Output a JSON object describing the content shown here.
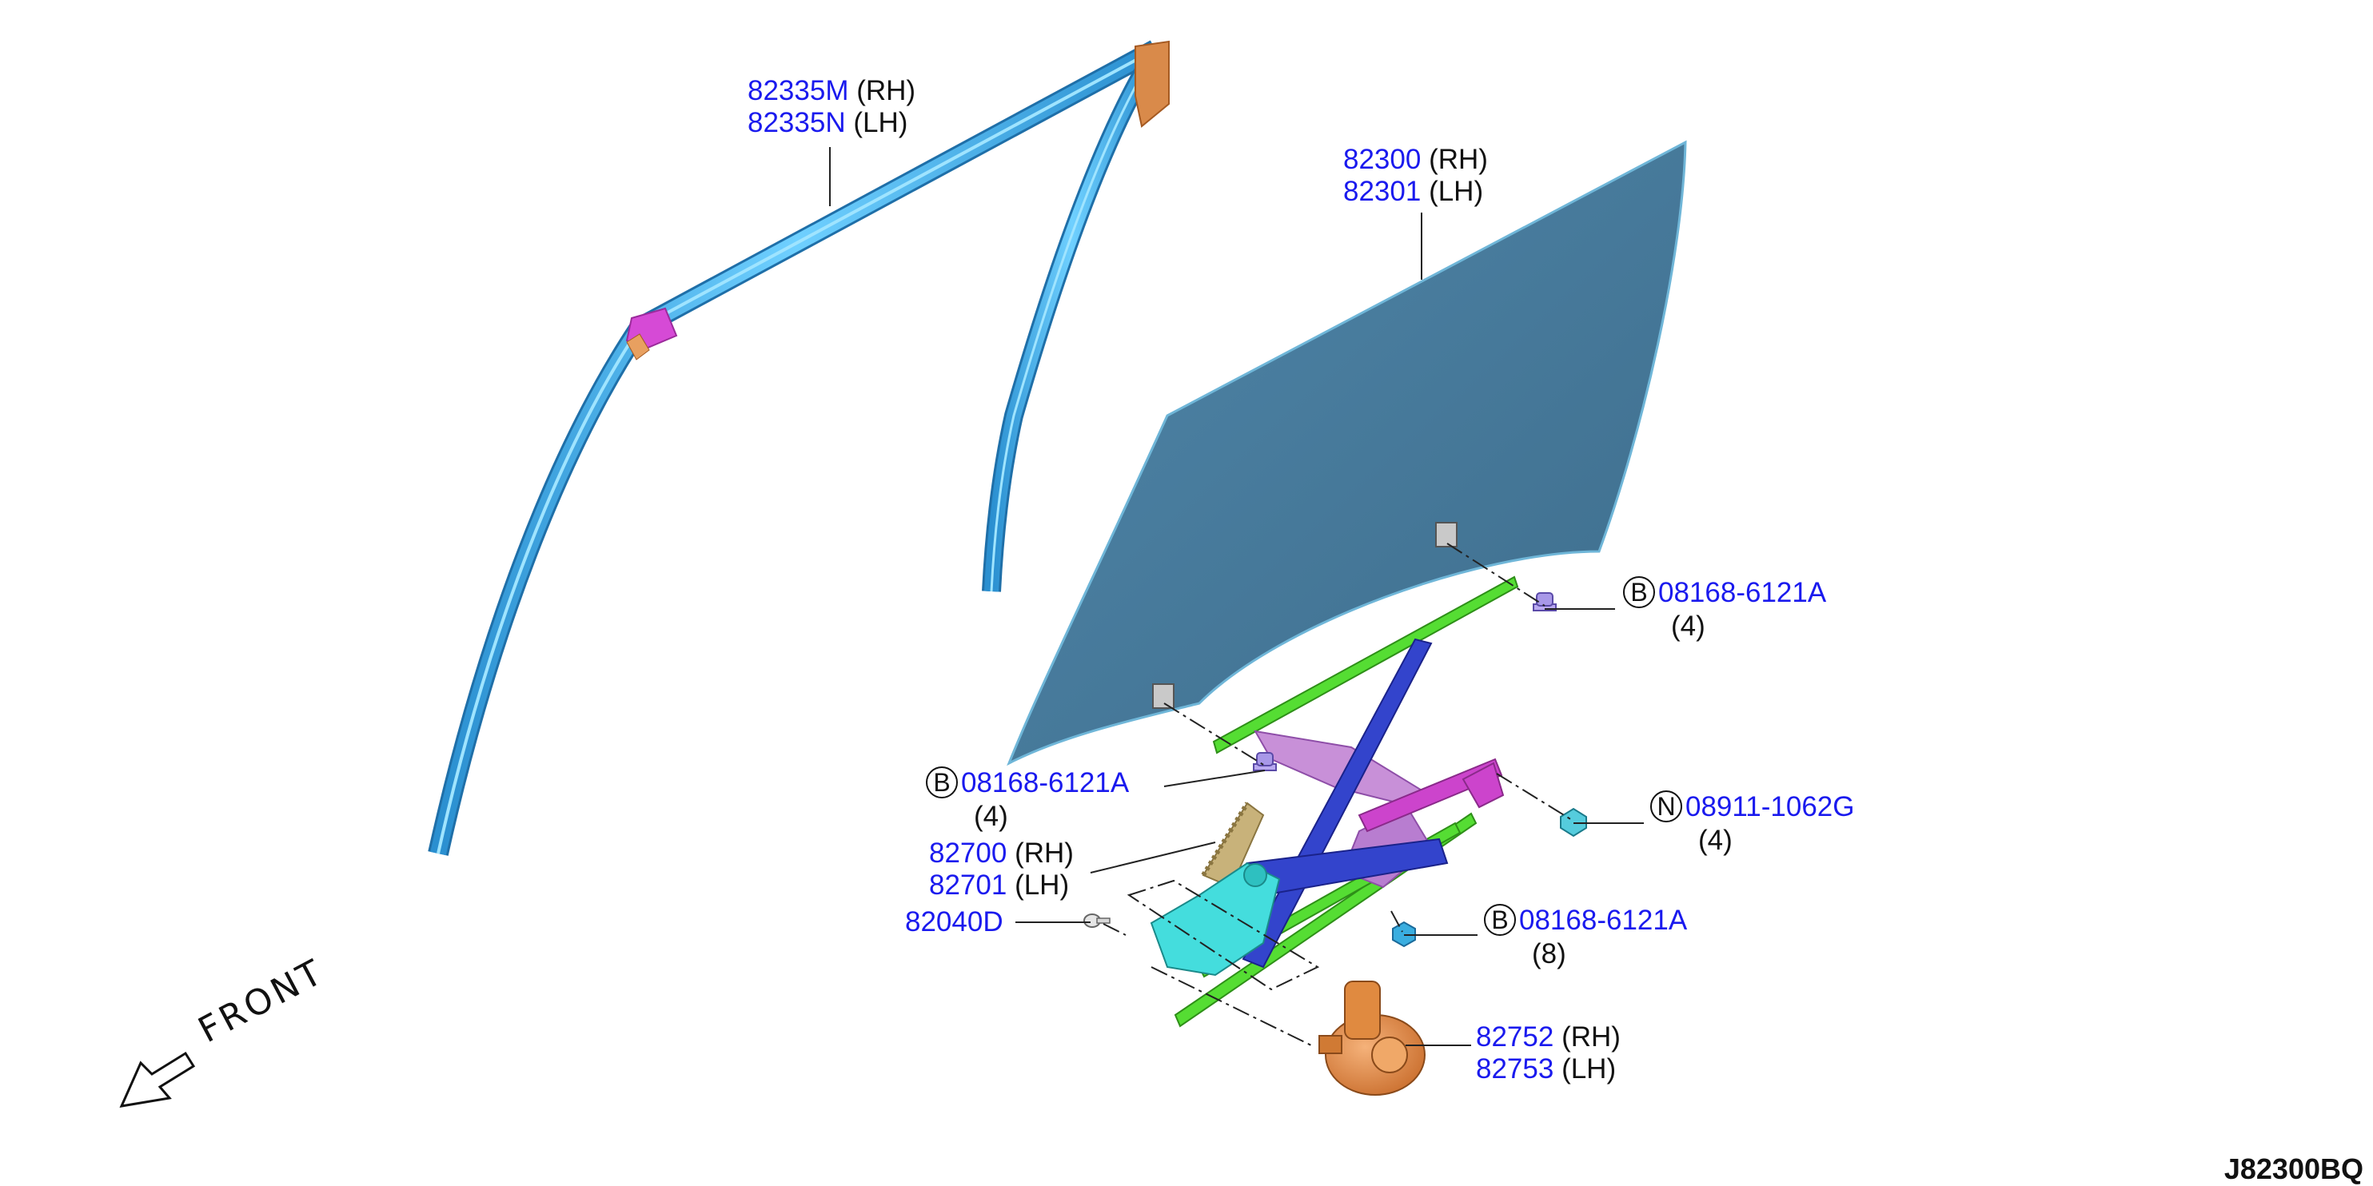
{
  "diagram_id": "J82300BQ",
  "front_label": "FRONT",
  "callouts": {
    "sash_rh": {
      "pn": "82335M",
      "side": "(RH)"
    },
    "sash_lh": {
      "pn": "82335N",
      "side": "(LH)"
    },
    "glass_rh": {
      "pn": "82300",
      "side": "(RH)"
    },
    "glass_lh": {
      "pn": "82301",
      "side": "(LH)"
    },
    "bolt_upper": {
      "sym": "B",
      "pn": "08168-6121A",
      "qty": "(4)"
    },
    "bolt_left": {
      "sym": "B",
      "pn": "08168-6121A",
      "qty": "(4)"
    },
    "nut": {
      "sym": "N",
      "pn": "08911-1062G",
      "qty": "(4)"
    },
    "reg_rh": {
      "pn": "82700",
      "side": "(RH)"
    },
    "reg_lh": {
      "pn": "82701",
      "side": "(LH)"
    },
    "screw": {
      "pn": "82040D"
    },
    "bolt_lower": {
      "sym": "B",
      "pn": "08168-6121A",
      "qty": "(8)"
    },
    "motor_rh": {
      "pn": "82752",
      "side": "(RH)"
    },
    "motor_lh": {
      "pn": "82753",
      "side": "(LH)"
    }
  },
  "colors": {
    "sash": "#4db8f0",
    "glass": "#4a7a9a",
    "rail": "#55dd33",
    "arm": "#3344cc",
    "bracket": "#cc44cc",
    "motor": "#e8954a",
    "link": "#44dddd",
    "sector": "#c8b27a",
    "part_number": "#1a1aee"
  }
}
